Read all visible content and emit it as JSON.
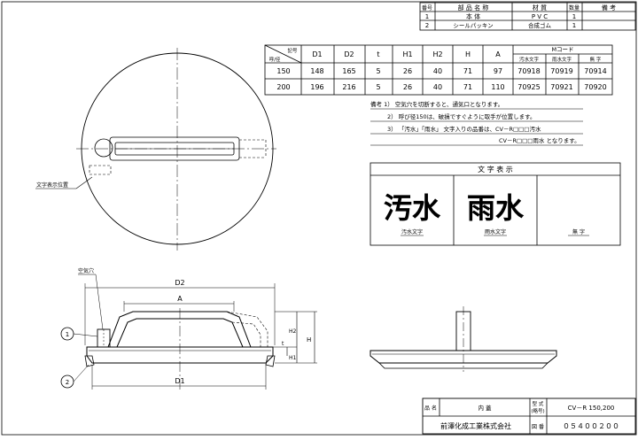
{
  "parts_table": {
    "headers": [
      "番号",
      "部 品 名 称",
      "材 質",
      "数量",
      "備 考"
    ],
    "rows": [
      [
        "1",
        "本 体",
        "P V C",
        "1",
        ""
      ],
      [
        "2",
        "シールパッキン",
        "合成ゴム",
        "1",
        ""
      ]
    ]
  },
  "size_table": {
    "corner_top": "記号",
    "corner_bottom": "呼/径",
    "headers": [
      "D1",
      "D2",
      "t",
      "H1",
      "H2",
      "H",
      "A"
    ],
    "mcode_header": "Mコード",
    "mcode_subheaders": [
      "汚水文字",
      "雨水文字",
      "無 字"
    ],
    "rows": [
      [
        "150",
        "148",
        "165",
        "5",
        "26",
        "40",
        "71",
        "97",
        "70918",
        "70919",
        "70914"
      ],
      [
        "200",
        "196",
        "216",
        "5",
        "26",
        "40",
        "71",
        "110",
        "70925",
        "70921",
        "70920"
      ]
    ]
  },
  "notes": [
    "備考 1） 空気穴を切断すると、通気口となります。",
    "2） 呼び径150は、破損ですぐように取手が位置します。",
    "3） 「汚水」「雨水」 文字入りの品番は、CV－R□□□汚水",
    "CV－R□□□雨水 となります。"
  ],
  "char_display": {
    "title": "文 字 表 示",
    "cells": [
      {
        "big": "汚水",
        "caption": "汚水文字"
      },
      {
        "big": "雨水",
        "caption": "雨水文字"
      },
      {
        "big": "",
        "caption": "無 字"
      }
    ]
  },
  "drawing": {
    "top_label": "文字表示位置",
    "dim_D1": "D1",
    "dim_D2": "D2",
    "dim_A": "A",
    "dim_H": "H",
    "dim_H1": "H1",
    "dim_H2": "H2",
    "dim_t": "t",
    "air_hole_label": "空気穴",
    "callout_1": "1",
    "callout_2": "2"
  },
  "title_block": {
    "name_label": "品 名",
    "content_label": "内 蓋",
    "type_label_top": "型 式",
    "type_label_bottom": "(略号)",
    "type_value": "CV－R 150,200",
    "company": "前澤化成工業株式会社",
    "drawing_no_label": "図 番",
    "drawing_no": "０５４００２００"
  }
}
